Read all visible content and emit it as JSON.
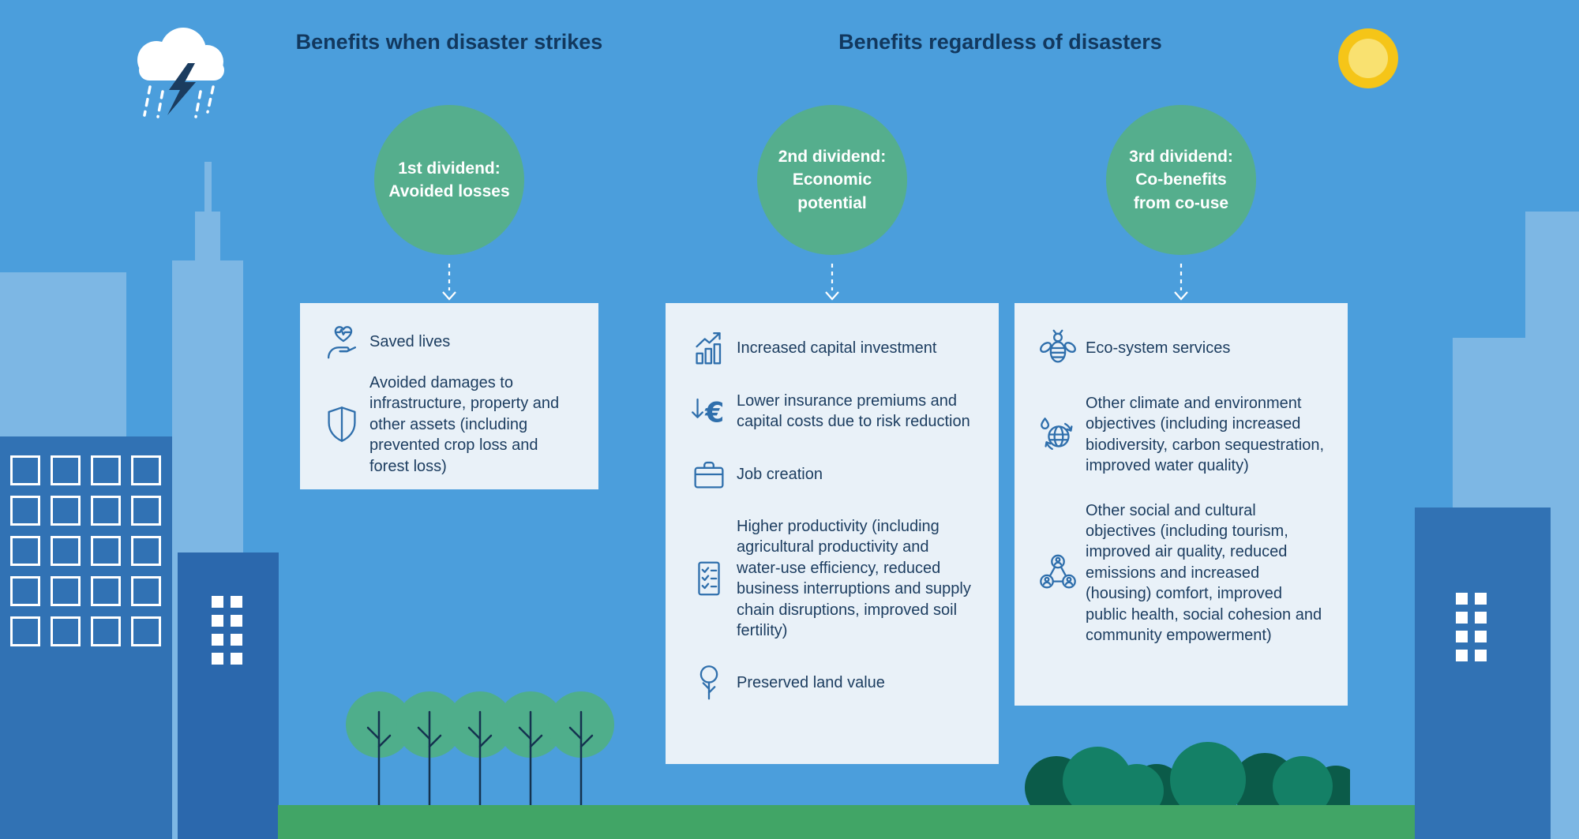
{
  "palette": {
    "sky": "#4B9EDC",
    "circle_green": "#55AE8D",
    "card_background": "#E9F1F8",
    "text_navy": "#1B3C5F",
    "heading_navy": "#12385E",
    "icon_blue": "#2F6FAC",
    "ground_green": "#41A566",
    "building_light_blue": "#7DB7E4",
    "building_dark_blue": "#3172B4",
    "sun_yellow": "#F5C518",
    "tree_green": "#4FAE8B",
    "bush_green_dark": "#0B5B49",
    "bush_green_mid": "#148066"
  },
  "headers": {
    "left": "Benefits when disaster strikes",
    "right": "Benefits regardless of disasters"
  },
  "dividends": [
    {
      "circle_label": "1st dividend:\nAvoided losses",
      "items": [
        {
          "icon": "heart-in-hand-icon",
          "text": "Saved lives"
        },
        {
          "icon": "shield-icon",
          "text": "Avoided damages to infrastructure, property and other assets (including prevented crop loss and forest loss)"
        }
      ]
    },
    {
      "circle_label": "2nd dividend:\nEconomic potential",
      "items": [
        {
          "icon": "chart-growth-icon",
          "text": "Increased capital investment"
        },
        {
          "icon": "euro-reduction-icon",
          "text": "Lower insurance premiums and capital costs due to risk reduction"
        },
        {
          "icon": "briefcase-icon",
          "text": "Job creation"
        },
        {
          "icon": "checklist-icon",
          "text": "Higher productivity (including agricultural productivity and water-use efficiency, reduced business interruptions and supply chain disruptions, improved soil fertility)"
        },
        {
          "icon": "tree-icon",
          "text": "Preserved land value"
        }
      ]
    },
    {
      "circle_label": "3rd dividend:\nCo-benefits\nfrom co-use",
      "items": [
        {
          "icon": "bee-icon",
          "text": "Eco-system services"
        },
        {
          "icon": "globe-water-cycle-icon",
          "text": "Other climate and environment objectives (including increased biodiversity, carbon sequestration, improved water quality)"
        },
        {
          "icon": "people-network-icon",
          "text": "Other social and cultural objectives (including tourism, improved air quality, reduced emissions and increased (housing) comfort, improved public health, social cohesion and community empowerment)"
        }
      ]
    }
  ]
}
